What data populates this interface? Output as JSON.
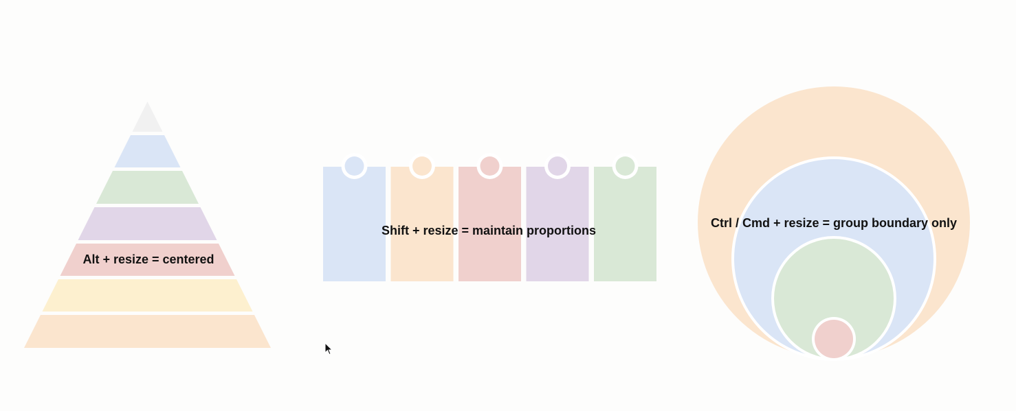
{
  "background": "#fdfdfc",
  "pyramid": {
    "label": "Alt + resize = centered",
    "layers": [
      {
        "name": "gray",
        "color": "#f1f1f1"
      },
      {
        "name": "blue",
        "color": "#dae5f6"
      },
      {
        "name": "green",
        "color": "#d9e8d6"
      },
      {
        "name": "purple",
        "color": "#e1d6e8"
      },
      {
        "name": "red",
        "color": "#f0d0cd"
      },
      {
        "name": "yellow",
        "color": "#fdf0cf"
      },
      {
        "name": "orange",
        "color": "#fbe5ce"
      }
    ]
  },
  "cards": {
    "label": "Shift + resize = maintain proportions",
    "items": [
      {
        "name": "blue",
        "color": "#dae5f6"
      },
      {
        "name": "orange",
        "color": "#fbe5ce"
      },
      {
        "name": "red",
        "color": "#f0d0cd"
      },
      {
        "name": "purple",
        "color": "#e1d6e8"
      },
      {
        "name": "green",
        "color": "#d9e8d6"
      }
    ]
  },
  "circles": {
    "label": "Ctrl / Cmd + resize = group boundary only",
    "rings": [
      {
        "name": "orange",
        "color": "#fbe5ce"
      },
      {
        "name": "blue",
        "color": "#dae5f6"
      },
      {
        "name": "green",
        "color": "#d9e8d6"
      },
      {
        "name": "red",
        "color": "#f0d0cd"
      }
    ]
  },
  "cursor": {
    "icon": "arrow-pointer-icon"
  }
}
